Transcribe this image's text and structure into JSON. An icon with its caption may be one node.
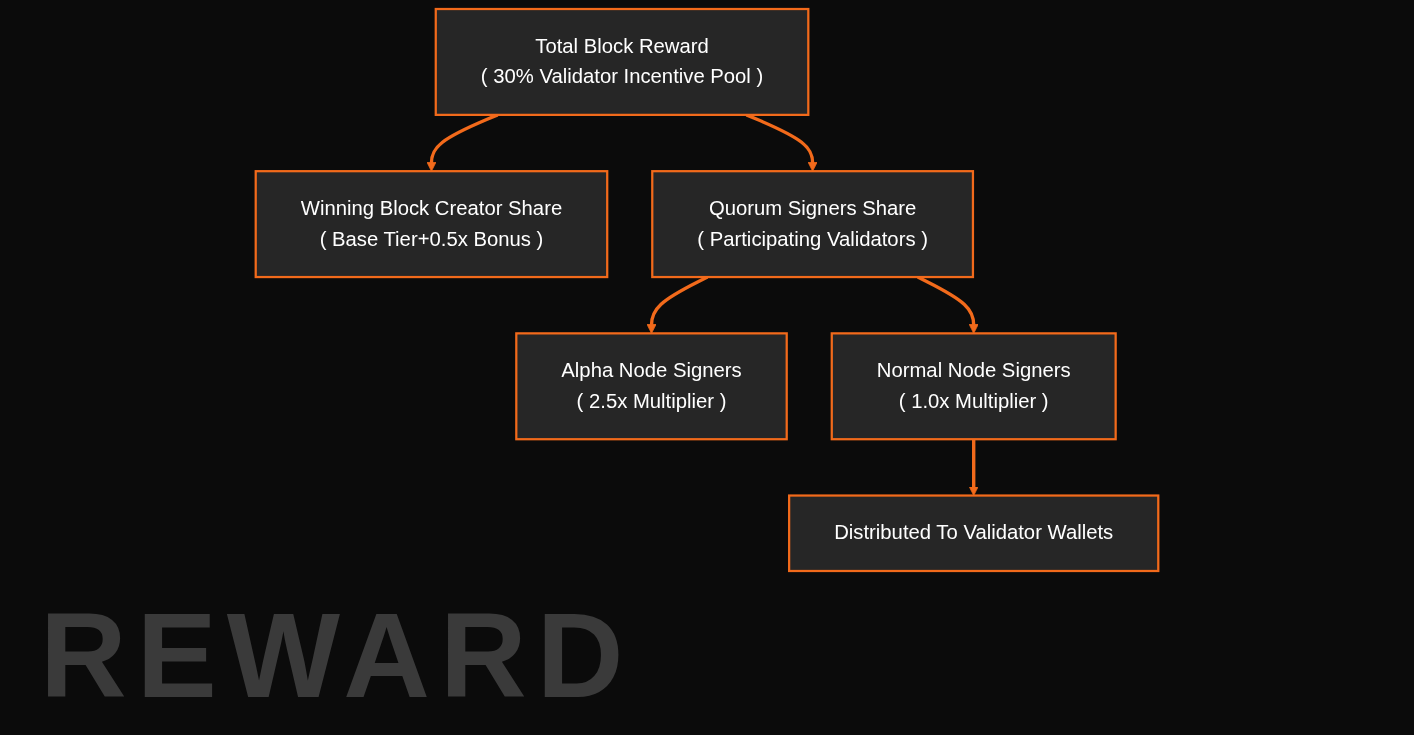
{
  "diagram": {
    "nodes": [
      {
        "text": [
          "Total Block Reward",
          "( 30% Validator Incentive Pool )"
        ]
      },
      {
        "text": [
          "Winning Block Creator Share",
          "( Base Tier+0.5x Bonus )"
        ]
      },
      {
        "text": [
          "Quorum Signers Share",
          "( Participating Validators )"
        ]
      },
      {
        "text": [
          "Alpha Node Signers",
          "( 2.5x Multiplier )"
        ]
      },
      {
        "text": [
          "Normal Node Signers",
          "( 1.0x Multiplier )"
        ]
      },
      {
        "text": [
          "Distributed To Validator Wallets"
        ]
      }
    ],
    "edges": [
      {
        "from": 0,
        "to": 1,
        "arrow": "to"
      },
      {
        "from": 0,
        "to": 2,
        "arrow": "to"
      },
      {
        "from": 2,
        "to": 3,
        "arrow": "to"
      },
      {
        "from": 2,
        "to": 4,
        "arrow": "to"
      },
      {
        "from": 4,
        "to": 5,
        "arrow": "to"
      }
    ],
    "labels": [
      "REWARD"
    ]
  }
}
